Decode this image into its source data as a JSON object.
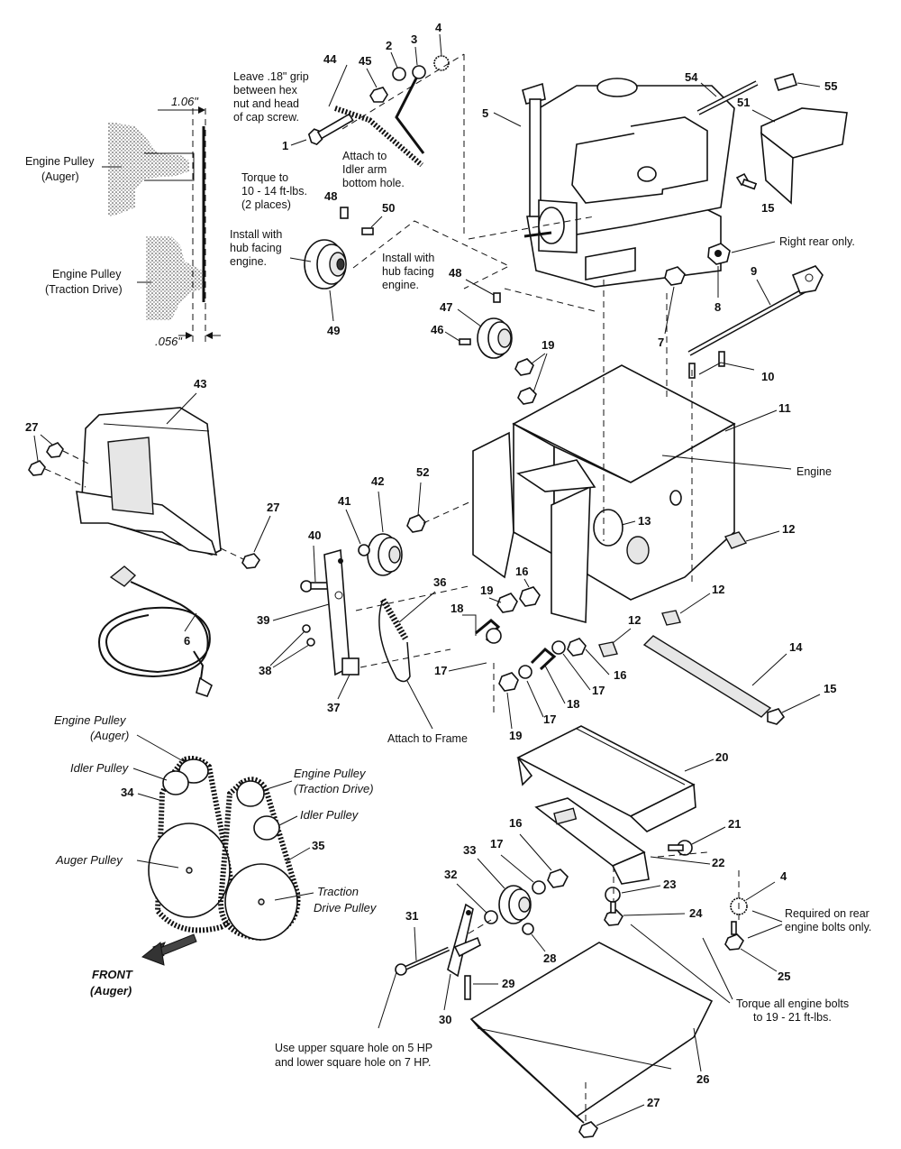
{
  "numbers": {
    "n1": "1",
    "n2": "2",
    "n3": "3",
    "n4": "4",
    "n4b": "4",
    "n5": "5",
    "n6": "6",
    "n7": "7",
    "n8": "8",
    "n9": "9",
    "n10": "10",
    "n11": "11",
    "n12a": "12",
    "n12b": "12",
    "n12c": "12",
    "n13": "13",
    "n14": "14",
    "n15a": "15",
    "n15b": "15",
    "n16a": "16",
    "n16b": "16",
    "n16c": "16",
    "n17a": "17",
    "n17b": "17",
    "n17c": "17",
    "n17d": "17",
    "n18a": "18",
    "n18b": "18",
    "n19a": "19",
    "n19b": "19",
    "n19c": "19",
    "n20": "20",
    "n21": "21",
    "n22": "22",
    "n23": "23",
    "n24": "24",
    "n25": "25",
    "n26": "26",
    "n27a": "27",
    "n27b": "27",
    "n27c": "27",
    "n28": "28",
    "n29": "29",
    "n30": "30",
    "n31": "31",
    "n32": "32",
    "n33": "33",
    "n34": "34",
    "n35": "35",
    "n36": "36",
    "n37": "37",
    "n38": "38",
    "n39": "39",
    "n40": "40",
    "n41": "41",
    "n42": "42",
    "n43": "43",
    "n44": "44",
    "n45": "45",
    "n46": "46",
    "n47": "47",
    "n48a": "48",
    "n48b": "48",
    "n49": "49",
    "n50": "50",
    "n51": "51",
    "n52": "52",
    "n54": "54",
    "n55": "55"
  },
  "notes": {
    "leave_grip": [
      "Leave .18\" grip",
      "between hex",
      "nut and head",
      "of cap screw."
    ],
    "attach_idler": [
      "Attach to",
      "Idler arm",
      "bottom hole."
    ],
    "torque_10_14": [
      "Torque to",
      "10 - 14 ft-lbs.",
      "(2 places)"
    ],
    "install_hub_left": [
      "Install with",
      "hub facing",
      "engine."
    ],
    "install_hub_mid": [
      "Install with",
      "hub facing",
      "engine."
    ],
    "right_rear_only": "Right rear only.",
    "engine": "Engine",
    "attach_frame": "Attach to Frame",
    "required_rear": [
      "Required on rear",
      "engine bolts only."
    ],
    "torque_engine_bolts": [
      "Torque all engine bolts",
      "to 19 - 21 ft-lbs."
    ],
    "square_hole": [
      "Use upper square hole on 5 HP",
      "and lower square hole on 7 HP."
    ]
  },
  "dimension_inset": {
    "dim_top": "1.06\"",
    "dim_bottom": ".056\"",
    "label_auger": [
      "Engine Pulley",
      "(Auger)"
    ],
    "label_traction": [
      "Engine Pulley",
      "(Traction Drive)"
    ]
  },
  "belt_diagram": {
    "engine_pulley_auger": [
      "Engine Pulley",
      "(Auger)"
    ],
    "idler_pulley_left": "Idler Pulley",
    "engine_pulley_traction": [
      "Engine Pulley",
      "(Traction Drive)"
    ],
    "idler_pulley_right": "Idler Pulley",
    "auger_pulley": "Auger Pulley",
    "traction_drive_pulley": [
      "Traction",
      "Drive Pulley"
    ],
    "front_label": [
      "FRONT",
      "(Auger)"
    ]
  },
  "colors": {
    "ink": "#111111",
    "paper": "#ffffff",
    "shade": "#e6e6e6"
  }
}
